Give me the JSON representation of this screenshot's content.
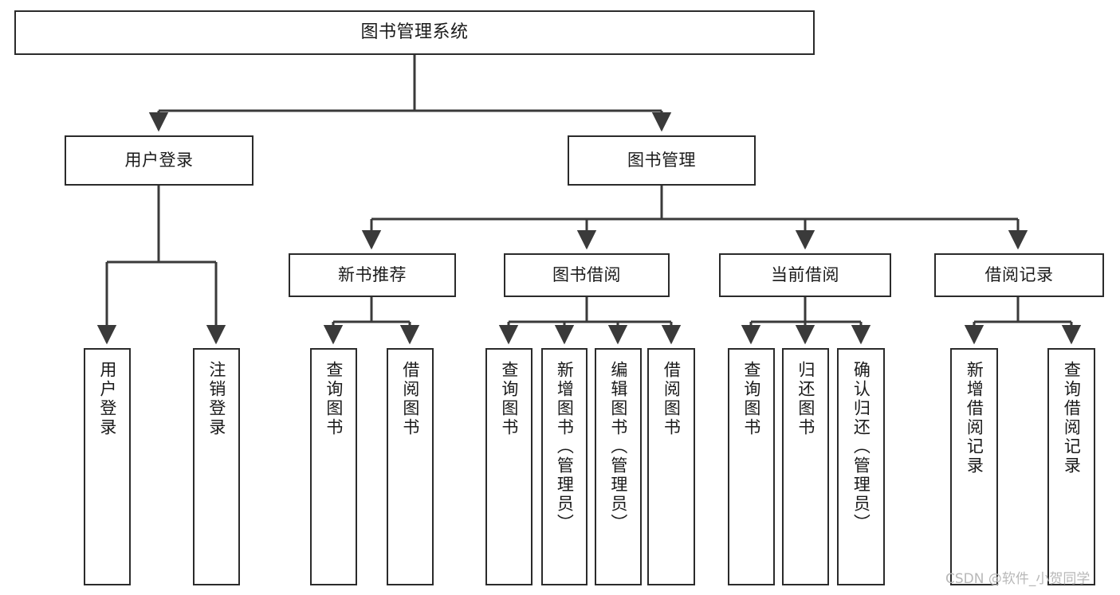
{
  "diagram": {
    "title": "图书管理系统",
    "type": "tree-hierarchy",
    "orientation": "top-down",
    "colors": {
      "node_border": "#2b2b2b",
      "node_fill": "#ffffff",
      "edge": "#3a3a3a",
      "text": "#1a1a1a",
      "watermark": "#b8b8b8",
      "background": "#ffffff"
    }
  },
  "watermark": {
    "text": "CSDN @软件_小贺同学"
  },
  "nodes": {
    "root": {
      "label": "图书管理系统"
    },
    "level2": [
      {
        "id": "user-login",
        "label": "用户登录"
      },
      {
        "id": "book-manage",
        "label": "图书管理"
      }
    ],
    "level3": [
      {
        "id": "new-book-recommend",
        "label": "新书推荐"
      },
      {
        "id": "book-borrow",
        "label": "图书借阅"
      },
      {
        "id": "current-borrow",
        "label": "当前借阅"
      },
      {
        "id": "borrow-record",
        "label": "借阅记录"
      }
    ],
    "leaves": [
      {
        "id": "leaf-user-login",
        "label": "用户登录",
        "parent": "user-login"
      },
      {
        "id": "leaf-logout-login",
        "label": "注销登录",
        "parent": "user-login"
      },
      {
        "id": "leaf-query-book-1",
        "label": "查询图书",
        "parent": "new-book-recommend"
      },
      {
        "id": "leaf-borrow-book-1",
        "label": "借阅图书",
        "parent": "new-book-recommend"
      },
      {
        "id": "leaf-query-book-2",
        "label": "查询图书",
        "parent": "book-borrow"
      },
      {
        "id": "leaf-add-book",
        "label": "新增图书（管理员）",
        "parent": "book-borrow"
      },
      {
        "id": "leaf-edit-book",
        "label": "编辑图书（管理员）",
        "parent": "book-borrow"
      },
      {
        "id": "leaf-borrow-book-2",
        "label": "借阅图书",
        "parent": "book-borrow"
      },
      {
        "id": "leaf-query-book-3",
        "label": "查询图书",
        "parent": "current-borrow"
      },
      {
        "id": "leaf-return-book",
        "label": "归还图书",
        "parent": "current-borrow"
      },
      {
        "id": "leaf-confirm-return",
        "label": "确认归还（管理员）",
        "parent": "current-borrow"
      },
      {
        "id": "leaf-add-record",
        "label": "新增借阅记录",
        "parent": "borrow-record"
      },
      {
        "id": "leaf-query-record",
        "label": "查询借阅记录",
        "parent": "borrow-record"
      }
    ]
  }
}
